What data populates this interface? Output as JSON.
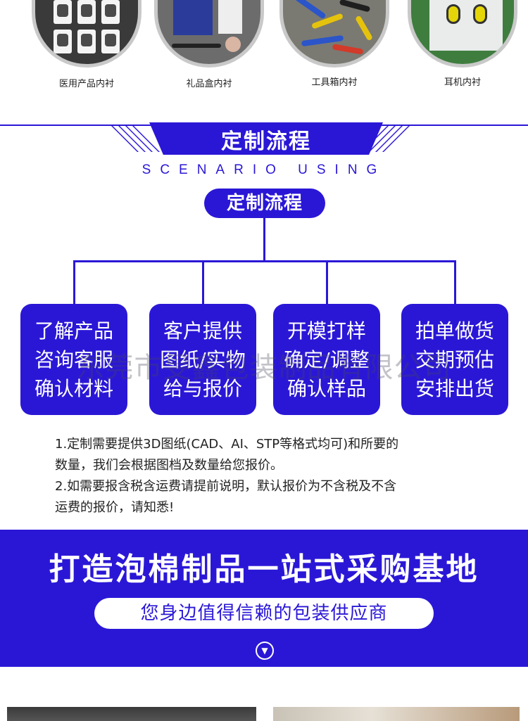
{
  "products": [
    {
      "caption": "医用产品内衬"
    },
    {
      "caption": "礼品盒内衬"
    },
    {
      "caption": "工具箱内衬"
    },
    {
      "caption": "耳机内衬"
    }
  ],
  "section": {
    "title": "定制流程",
    "subtitle": "SCENARIO USING"
  },
  "process": {
    "root": "定制流程",
    "steps": [
      {
        "lines": [
          "了解产品",
          "咨询客服",
          "确认材料"
        ]
      },
      {
        "lines": [
          "客户提供",
          "图纸/实物",
          "给与报价"
        ]
      },
      {
        "lines": [
          "开模打样",
          "确定/调整",
          "确认样品"
        ]
      },
      {
        "lines": [
          "拍单做货",
          "交期预估",
          "安排出货"
        ]
      }
    ]
  },
  "watermark": "东莞市旻鑫包装制品有限公司",
  "notes": [
    "1.定制需要提供3D图纸(CAD、AI、STP等格式均可)和所要的",
    "数量，我们会根据图档及数量给您报价。",
    "2.如需要报含税含运费请提前说明，默认报价为不含税及不含",
    "运费的报价，请知悉!"
  ],
  "banner": {
    "title": "打造泡棉制品一站式采购基地",
    "tagline": "您身边值得信赖的包装供应商",
    "arrow_icon": "chevron-down-circle-icon"
  },
  "colors": {
    "brand_blue": "#2a17d6",
    "white": "#ffffff"
  }
}
